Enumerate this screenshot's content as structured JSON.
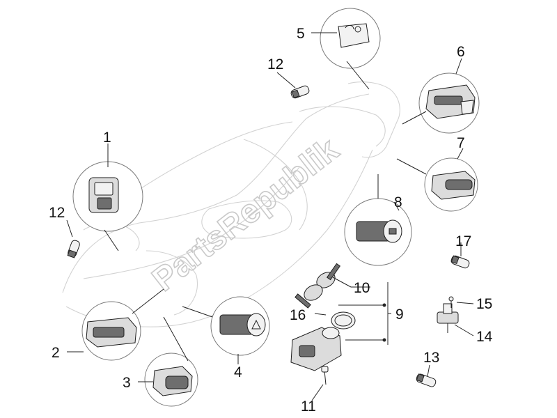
{
  "watermark": "PartsRepublik",
  "callouts": [
    {
      "id": "1",
      "label": "1"
    },
    {
      "id": "2",
      "label": "2"
    },
    {
      "id": "3",
      "label": "3"
    },
    {
      "id": "4",
      "label": "4"
    },
    {
      "id": "5",
      "label": "5"
    },
    {
      "id": "6",
      "label": "6"
    },
    {
      "id": "7",
      "label": "7"
    },
    {
      "id": "8",
      "label": "8"
    },
    {
      "id": "9",
      "label": "9"
    },
    {
      "id": "10",
      "label": "10"
    },
    {
      "id": "11",
      "label": "11"
    },
    {
      "id": "12a",
      "label": "12"
    },
    {
      "id": "12b",
      "label": "12"
    },
    {
      "id": "13",
      "label": "13"
    },
    {
      "id": "14",
      "label": "14"
    },
    {
      "id": "15",
      "label": "15"
    },
    {
      "id": "16",
      "label": "16"
    },
    {
      "id": "17",
      "label": "17"
    }
  ]
}
